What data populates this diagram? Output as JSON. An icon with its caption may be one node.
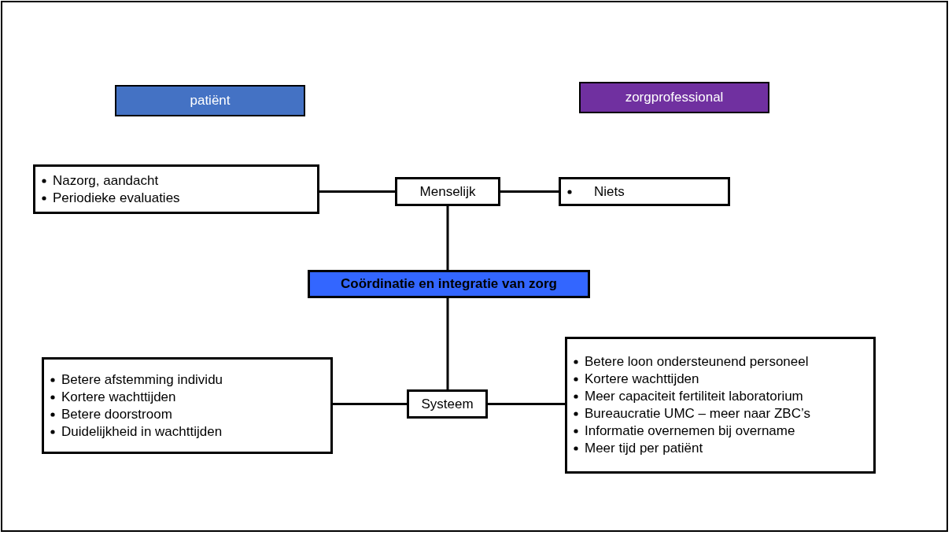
{
  "diagram": {
    "nodes": [
      {
        "text": [
          "patiënt"
        ]
      },
      {
        "text": [
          "zorgprofessional"
        ]
      },
      {
        "text": [
          "Nazorg, aandacht",
          "Periodieke evaluaties"
        ]
      },
      {
        "text": [
          "Menselijk"
        ]
      },
      {
        "text": [
          "Niets"
        ]
      },
      {
        "text": [
          "Coördinatie en integratie van zorg"
        ]
      },
      {
        "text": [
          "Betere afstemming individu",
          "Kortere wachttijden",
          "Betere doorstroom",
          "Duidelijkheid in wachttijden"
        ]
      },
      {
        "text": [
          "Systeem"
        ]
      },
      {
        "text": [
          "Betere loon ondersteunend personeel",
          "Kortere wachttijden",
          "Meer capaciteit fertiliteit laboratorium",
          "Bureaucratie UMC – meer naar ZBC’s",
          "Informatie overnemen bij overname",
          "Meer tijd per patiënt"
        ]
      }
    ],
    "edges": [
      {
        "from": 2,
        "to": 3,
        "arrow": "none"
      },
      {
        "from": 3,
        "to": 4,
        "arrow": "none"
      },
      {
        "from": 3,
        "to": 5,
        "arrow": "none"
      },
      {
        "from": 5,
        "to": 7,
        "arrow": "none"
      },
      {
        "from": 6,
        "to": 7,
        "arrow": "none"
      },
      {
        "from": 7,
        "to": 8,
        "arrow": "none"
      }
    ]
  }
}
